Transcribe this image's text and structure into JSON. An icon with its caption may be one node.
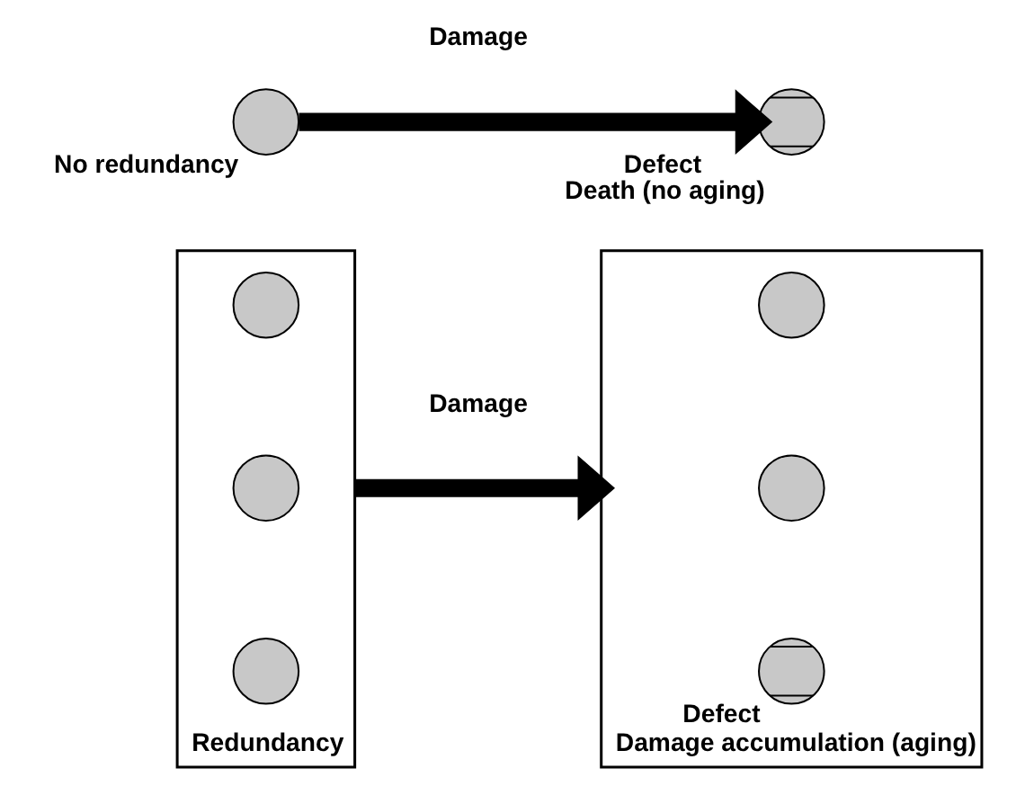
{
  "diagram": {
    "nodes": [
      {
        "text": [],
        "shape": "circle",
        "beside": [
          "No redundancy"
        ]
      },
      {
        "text": [],
        "shape": "crossed-circle",
        "beside": [
          "Defect",
          "Death (no aging)"
        ]
      },
      {
        "text": [],
        "shape": "box",
        "beside": [
          "Redundancy"
        ]
      },
      {
        "text": [],
        "shape": "circle",
        "in": 2
      },
      {
        "text": [],
        "shape": "circle",
        "in": 2
      },
      {
        "text": [],
        "shape": "circle",
        "in": 2
      },
      {
        "text": [],
        "shape": "box",
        "beside": [
          "Damage accumulation (aging)"
        ]
      },
      {
        "text": [],
        "shape": "circle",
        "in": 6
      },
      {
        "text": [],
        "shape": "circle",
        "in": 6
      },
      {
        "text": [],
        "shape": "crossed-circle",
        "in": 6,
        "beside": [
          "Defect"
        ]
      }
    ],
    "edges": [
      {
        "from": 0,
        "to": 1,
        "arrow": "to",
        "label": "Damage"
      },
      {
        "from": 2,
        "to": 6,
        "arrow": "to",
        "label": "Damage"
      }
    ]
  }
}
